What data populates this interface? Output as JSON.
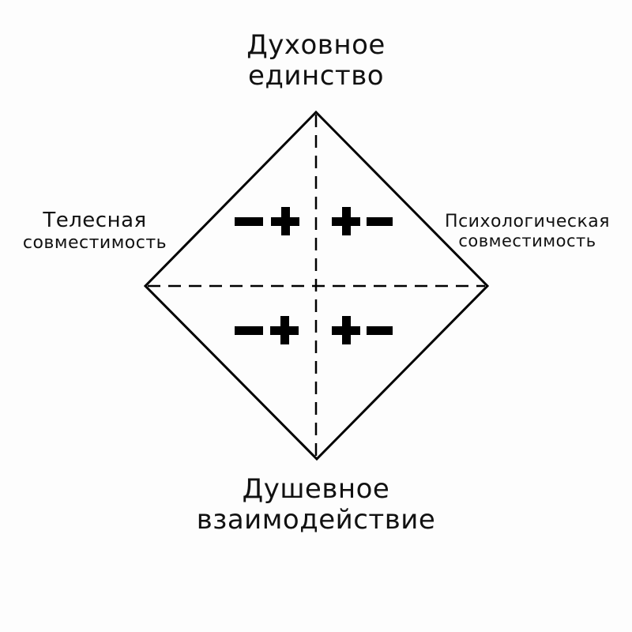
{
  "diagram": {
    "type": "rhombus-quadrant",
    "labels": {
      "top": [
        "Духовное",
        "единство"
      ],
      "bottom": [
        "Душевное",
        "взаимодействие"
      ],
      "left": [
        "Телесная",
        "совместимость"
      ],
      "right": [
        "Психологическая",
        "совместимость"
      ]
    },
    "quadrants": {
      "top_left": "−+",
      "top_right": "+−",
      "bottom_left": "−+",
      "bottom_right": "+−"
    },
    "colors": {
      "line": "#000000",
      "background": "#fdfdfd"
    }
  }
}
